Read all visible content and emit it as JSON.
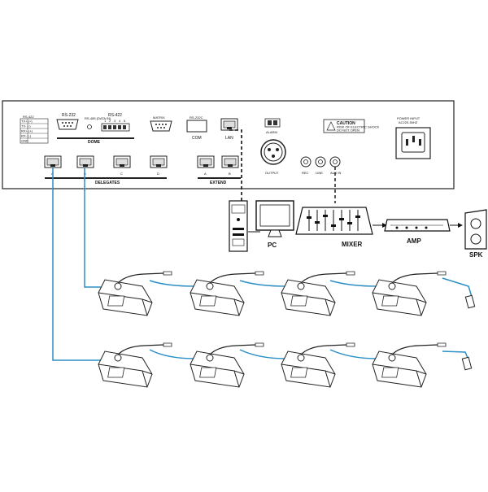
{
  "rear_panel": {
    "rs422_header": "RS-422",
    "rs422_table": [
      "TX+ (+)",
      "TX- (-)",
      "RX+ (+)",
      "RX- (-)",
      "GND"
    ],
    "rs232_label": "RS-232",
    "rs485_label": "RS-485 (DATA IN)",
    "rs485_pins": [
      "1",
      "2",
      "3",
      "4",
      "5"
    ],
    "matrix_label": "MATRIX",
    "rs232c_label": "RS-232C",
    "com_label": "COM",
    "lan_label": "LAN",
    "dome_label": "DOME",
    "delegates_label": "DELEGATES",
    "delegate_ports": [
      "A",
      "B",
      "C",
      "D"
    ],
    "extend_label": "EXTEND",
    "extend_ports": [
      "A",
      "B"
    ],
    "alarm_label": "ALARM",
    "output_label": "OUTPUT",
    "audio_ports": [
      "REC",
      "LINE",
      "AUX IN"
    ],
    "caution_title": "CAUTION",
    "caution_text": [
      "RISK OF ELECTRIC SHOCK",
      "DO NOT OPEN"
    ],
    "power_label": [
      "POWER INPUT",
      "AC220-50HZ"
    ]
  },
  "devices": {
    "pc": "PC",
    "mixer": "MIXER",
    "amp": "AMP",
    "speaker": "SPK"
  },
  "colors": {
    "cable": "#2a8fc8",
    "lan_cable": "#111111",
    "panel_stroke": "#222222"
  }
}
